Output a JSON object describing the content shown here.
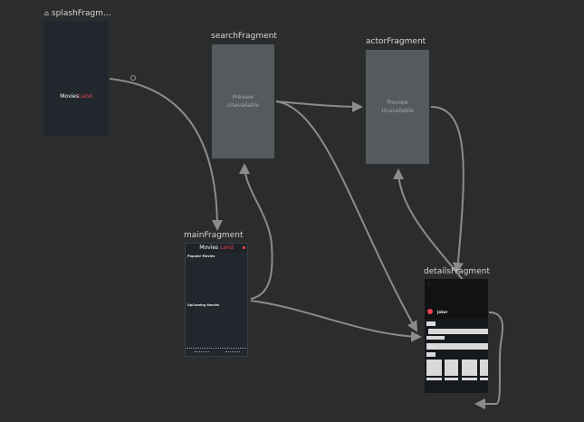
{
  "nodes": {
    "splash": {
      "label": "splashFragm...",
      "logo_main": "Movies",
      "logo_accent": "Land",
      "home_icon": "home-icon"
    },
    "search": {
      "label": "searchFragment",
      "preview_line1": "Preview",
      "preview_line2": "Unavailable"
    },
    "actor": {
      "label": "actorFragment",
      "preview_line1": "Preview",
      "preview_line2": "Unavailable"
    },
    "main": {
      "label": "mainFragment",
      "logo_main": "Movies",
      "logo_accent": "Land",
      "section_popular": "Popular Movies",
      "section_upcoming": "UpComing Movies"
    },
    "details": {
      "label": "detailsFragment",
      "title": "Joker"
    }
  },
  "colors": {
    "background": "#2b2c2e",
    "accent": "#e8414f",
    "edge": "#8c8c8c",
    "preview_bg": "#555a5c",
    "screen_bg": "#22272e"
  }
}
